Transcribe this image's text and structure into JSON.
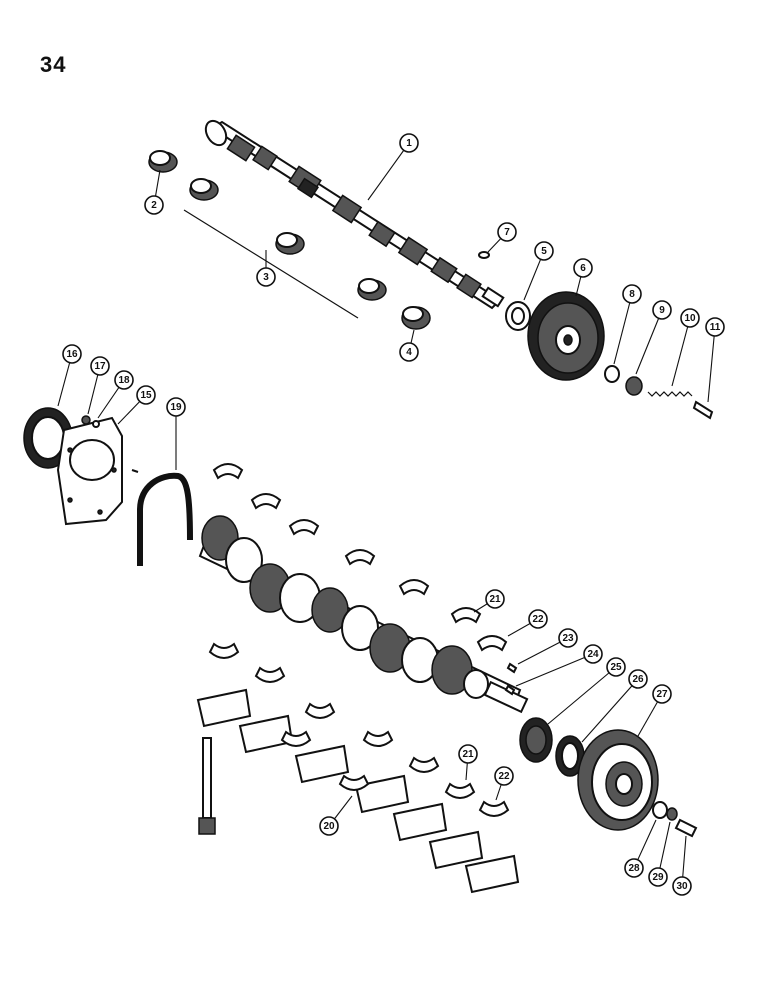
{
  "page": {
    "number": "34"
  },
  "callouts": [
    {
      "id": "c1",
      "label": "1"
    },
    {
      "id": "c2",
      "label": "2"
    },
    {
      "id": "c3",
      "label": "3"
    },
    {
      "id": "c4",
      "label": "4"
    },
    {
      "id": "c5",
      "label": "5"
    },
    {
      "id": "c6",
      "label": "6"
    },
    {
      "id": "c7",
      "label": "7"
    },
    {
      "id": "c8",
      "label": "8"
    },
    {
      "id": "c9",
      "label": "9"
    },
    {
      "id": "c10",
      "label": "10"
    },
    {
      "id": "c11",
      "label": "11"
    },
    {
      "id": "c15",
      "label": "15"
    },
    {
      "id": "c16",
      "label": "16"
    },
    {
      "id": "c17",
      "label": "17"
    },
    {
      "id": "c18",
      "label": "18"
    },
    {
      "id": "c19",
      "label": "19"
    },
    {
      "id": "c20a",
      "label": "20"
    },
    {
      "id": "c21a",
      "label": "21"
    },
    {
      "id": "c21b",
      "label": "21"
    },
    {
      "id": "c22a",
      "label": "22"
    },
    {
      "id": "c22b",
      "label": "22"
    },
    {
      "id": "c23",
      "label": "23"
    },
    {
      "id": "c24",
      "label": "24"
    },
    {
      "id": "c25",
      "label": "25"
    },
    {
      "id": "c26",
      "label": "26"
    },
    {
      "id": "c27",
      "label": "27"
    },
    {
      "id": "c28",
      "label": "28"
    },
    {
      "id": "c29",
      "label": "29"
    },
    {
      "id": "c30",
      "label": "30"
    }
  ]
}
